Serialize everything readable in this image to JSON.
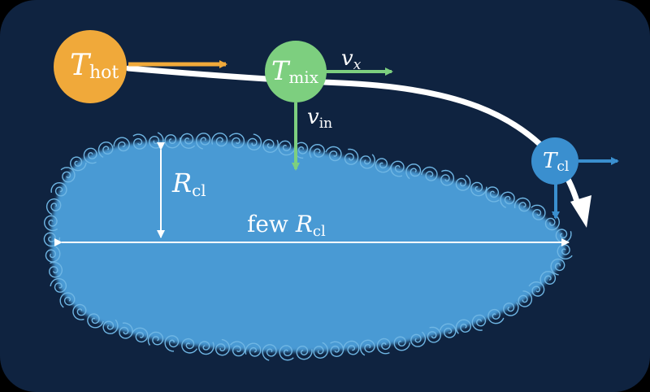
{
  "colors": {
    "frame": "#0f2340",
    "hot": "#f0a93a",
    "mix": "#7dcf7f",
    "cold": "#3a8fcf",
    "cloud": "#4a9ad4",
    "cloud_curl": "#6fb6e4",
    "arrow_hot": "#f0a93a",
    "arrow_mix": "#7dcf7f",
    "arrow_cold": "#3a8fcf",
    "flow": "#ffffff"
  },
  "nodes": {
    "hot": {
      "symbol": "T",
      "subscript": "hot"
    },
    "mix": {
      "symbol": "T",
      "subscript": "mix"
    },
    "cold": {
      "symbol": "T",
      "subscript": "cl"
    }
  },
  "labels": {
    "vx": {
      "symbol": "v",
      "subscript": "x"
    },
    "vin": {
      "symbol": "v",
      "subscript": "in"
    },
    "radius": {
      "symbol": "R",
      "subscript": "cl"
    },
    "length": {
      "prefix": "few ",
      "symbol": "R",
      "subscript": "cl"
    }
  }
}
